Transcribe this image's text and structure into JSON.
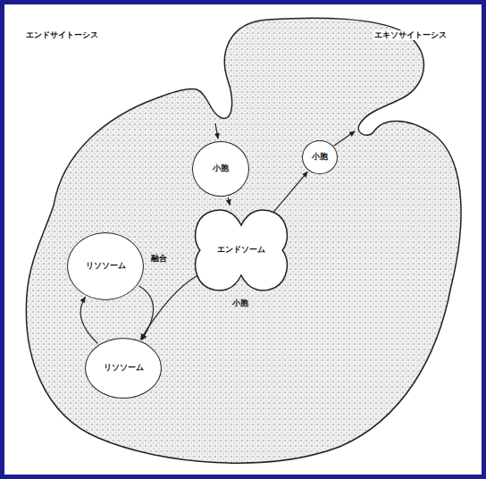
{
  "diagram": {
    "nodes": [
      {
        "text": [
          "小胞"
        ]
      },
      {
        "text": [
          "リソソーム"
        ]
      },
      {
        "text": [
          "エンドソーム"
        ]
      },
      {
        "text": [
          "小胞"
        ]
      },
      {
        "text": [
          "リソソーム"
        ]
      }
    ],
    "edges": [
      {
        "from": 0,
        "to": 2,
        "arrow": "to"
      },
      {
        "from": 2,
        "to": 3,
        "arrow": "to"
      },
      {
        "from": 1,
        "to": 4,
        "arrow": "to"
      },
      {
        "from": 2,
        "to": 4,
        "arrow": "to"
      },
      {
        "from": 4,
        "to": 1,
        "arrow": "to"
      }
    ],
    "labels": [
      "エンドサイトーシス",
      "エキソサイトーシス",
      "小胞",
      "融合"
    ]
  }
}
